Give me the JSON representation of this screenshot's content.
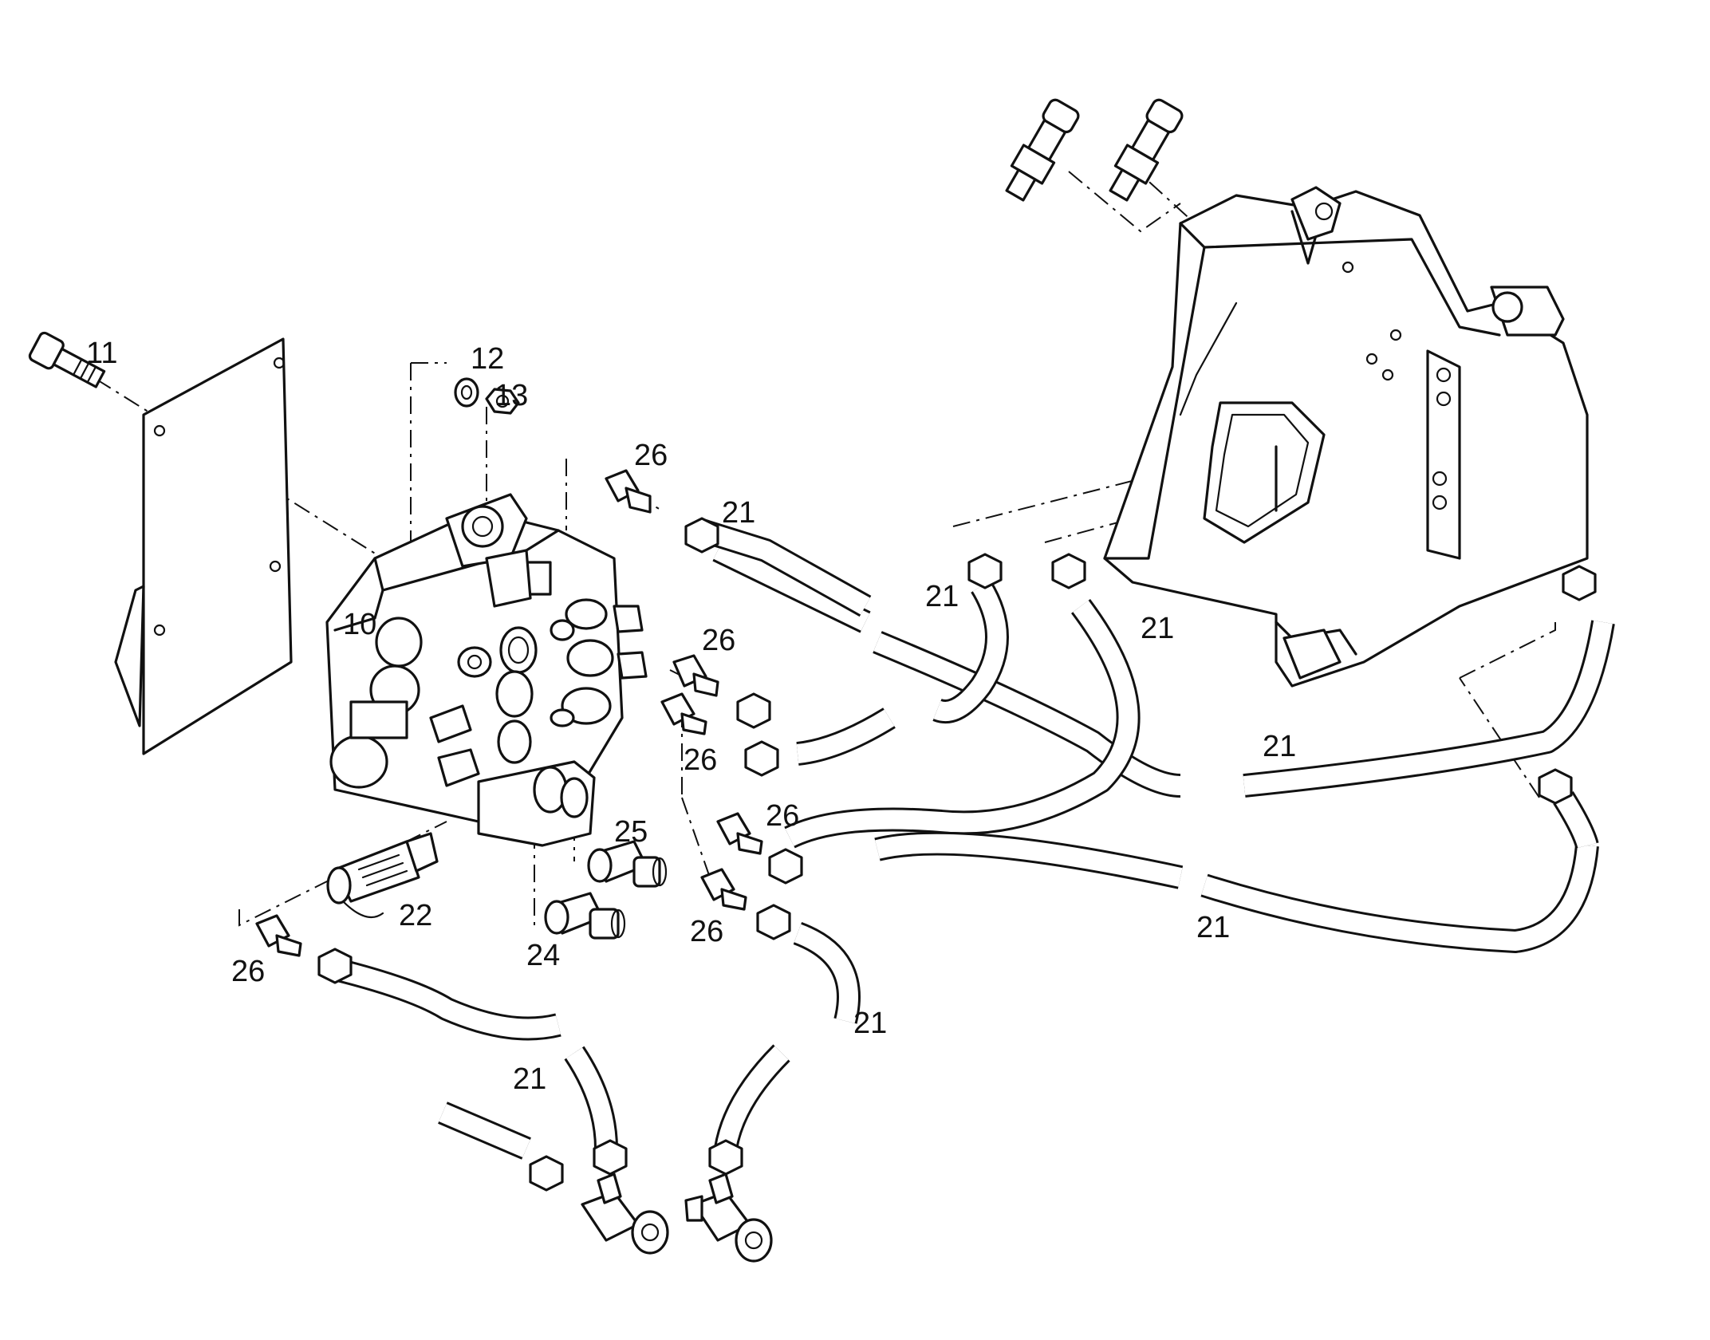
{
  "callouts": {
    "c10": "10",
    "c11": "11",
    "c12": "12",
    "c13": "13",
    "c21": "21",
    "c22": "22",
    "c24": "24",
    "c25": "25",
    "c26": "26"
  },
  "colors": {
    "ink": "#111111",
    "paper": "#ffffff"
  }
}
